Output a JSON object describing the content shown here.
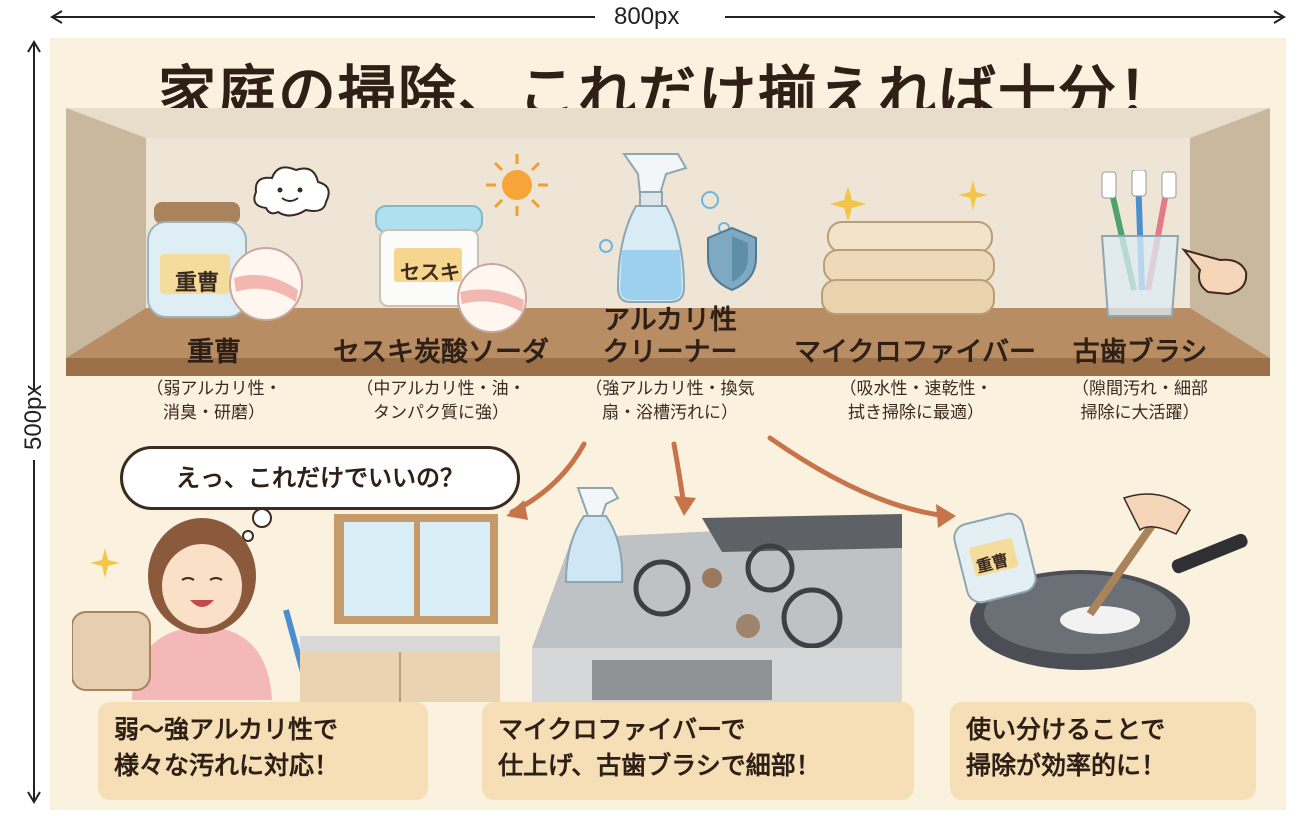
{
  "dimensions": {
    "width_label": "800px",
    "height_label": "500px"
  },
  "title": "家庭の掃除、これだけ揃えれば十分！",
  "jar_labels": {
    "baking_soda": "重曹",
    "sesqui": "セスキ"
  },
  "items": [
    {
      "name": "重曹",
      "desc1": "（弱アルカリ性・",
      "desc2": "消臭・研磨）"
    },
    {
      "name": "セスキ炭酸ソーダ",
      "desc1": "（中アルカリ性・油・",
      "desc2": "タンパク質に強）"
    },
    {
      "name1": "アルカリ性",
      "name2": "クリーナー",
      "desc1": "（強アルカリ性・換気",
      "desc2": "扇・浴槽汚れに）"
    },
    {
      "name": "マイクロファイバー",
      "desc1": "（吸水性・速乾性・",
      "desc2": "拭き掃除に最適）"
    },
    {
      "name": "古歯ブラシ",
      "desc1": "（隙間汚れ・細部",
      "desc2": "掃除に大活躍）"
    }
  ],
  "speech_bubble": "えっ、これだけでいいの？",
  "captions": [
    {
      "line1": "弱〜強アルカリ性で",
      "line2": "様々な汚れに対応！"
    },
    {
      "line1": "マイクロファイバーで",
      "line2": "仕上げ、古歯ブラシで細部！"
    },
    {
      "line1": "使い分けることで",
      "line2": "掃除が効率的に！"
    }
  ],
  "bottle_label": "重曹",
  "colors": {
    "background": "#fbf1df",
    "caption_bg": "#f6dfb6",
    "arrow": "#c7744a",
    "text": "#2e2016"
  }
}
